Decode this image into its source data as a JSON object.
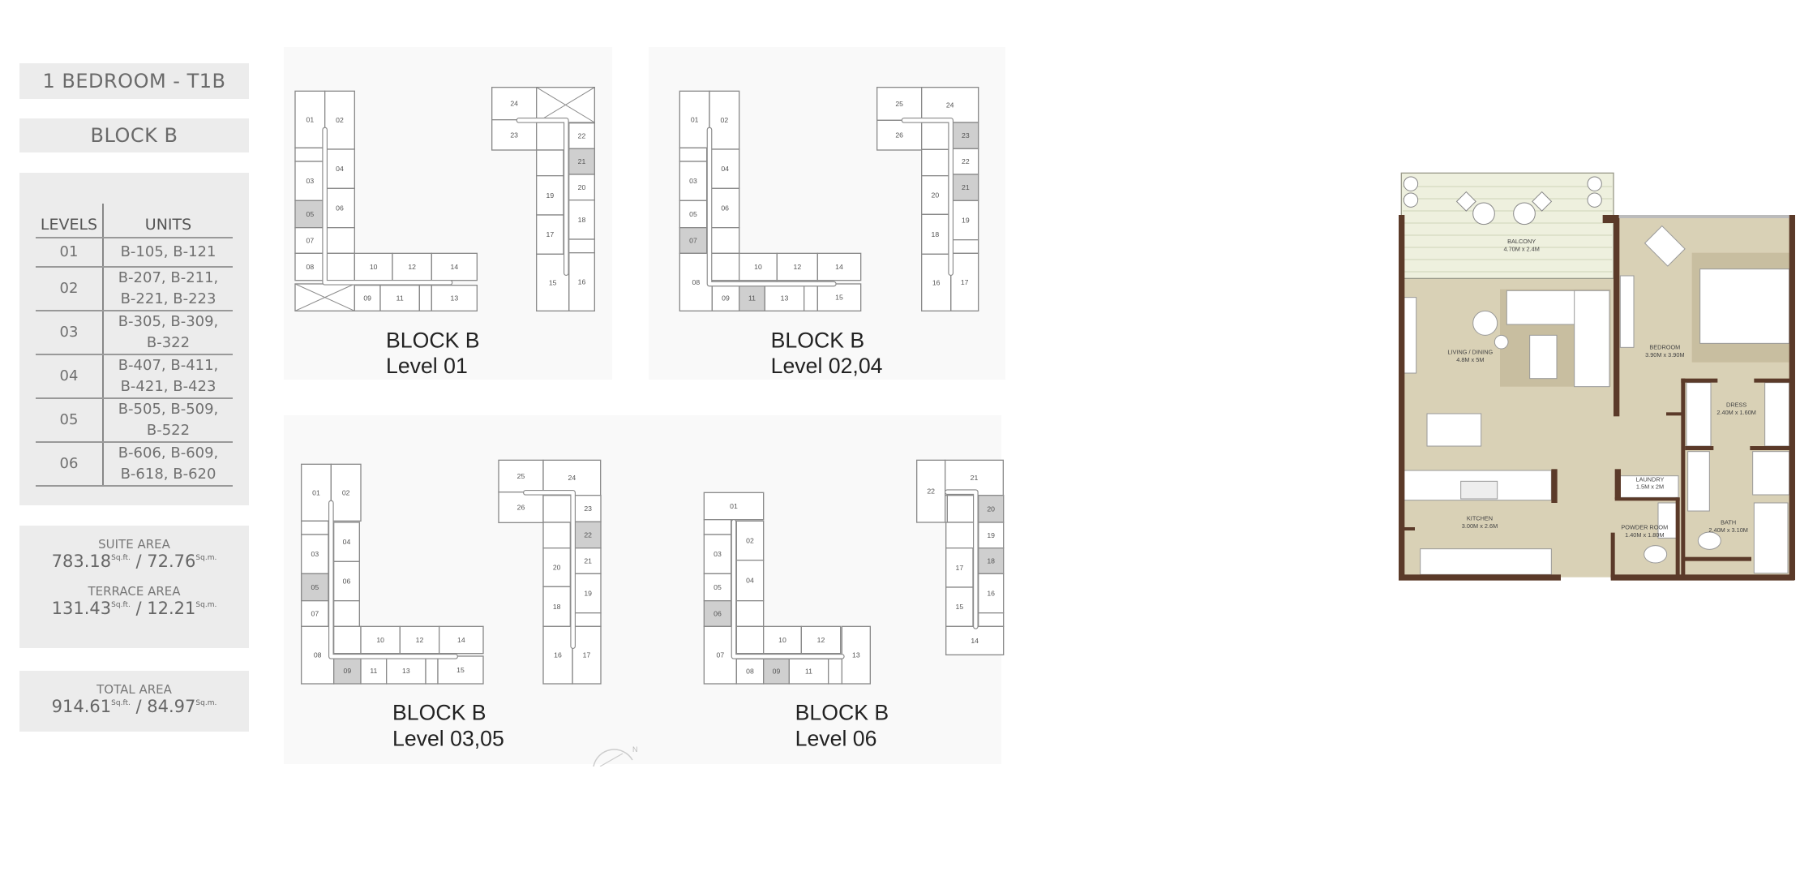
{
  "unit_type": "1 BEDROOM - T1B",
  "block": "BLOCK B",
  "table": {
    "headers": [
      "LEVELS",
      "UNITS"
    ],
    "rows": [
      {
        "level": "01",
        "units": [
          "B-105, B-121"
        ]
      },
      {
        "level": "02",
        "units": [
          "B-207, B-211,",
          "B-221, B-223"
        ]
      },
      {
        "level": "03",
        "units": [
          "B-305, B-309,",
          "B-322"
        ]
      },
      {
        "level": "04",
        "units": [
          "B-407, B-411,",
          "B-421, B-423"
        ]
      },
      {
        "level": "05",
        "units": [
          "B-505, B-509,",
          "B-522"
        ]
      },
      {
        "level": "06",
        "units": [
          "B-606, B-609,",
          "B-618, B-620"
        ]
      }
    ]
  },
  "areas": {
    "suite": {
      "label": "SUITE AREA",
      "sqft": "783.18",
      "sqm": "72.76"
    },
    "terrace": {
      "label": "TERRACE AREA",
      "sqft": "131.43",
      "sqm": "12.21"
    },
    "total": {
      "label": "TOTAL AREA",
      "sqft": "914.61",
      "sqm": "84.97"
    },
    "sqft_unit": "Sq.ft.",
    "sqm_unit": "Sq.m."
  },
  "plans": [
    {
      "title": "BLOCK B",
      "level": "Level 01",
      "units": [
        "01",
        "02",
        "03",
        "04",
        "05",
        "06",
        "07",
        "08",
        "10",
        "12",
        "14",
        "09",
        "11",
        "13",
        "24",
        "23",
        "22",
        "21",
        "20",
        "18",
        "16",
        "19",
        "17",
        "15"
      ],
      "highlighted": [
        "05",
        "21"
      ]
    },
    {
      "title": "BLOCK B",
      "level": "Level 02,04",
      "units": [
        "01",
        "02",
        "03",
        "04",
        "05",
        "06",
        "07",
        "08",
        "10",
        "12",
        "14",
        "09",
        "11",
        "13",
        "15",
        "25",
        "24",
        "26",
        "23",
        "22",
        "21",
        "19",
        "17",
        "20",
        "18",
        "16"
      ],
      "highlighted": [
        "07",
        "11",
        "23",
        "21"
      ]
    },
    {
      "title": "BLOCK B",
      "level": "Level 03,05",
      "units": [
        "01",
        "02",
        "03",
        "04",
        "05",
        "06",
        "07",
        "08",
        "10",
        "12",
        "14",
        "09",
        "11",
        "13",
        "15",
        "25",
        "24",
        "26",
        "23",
        "22",
        "21",
        "19",
        "17",
        "20",
        "18",
        "16"
      ],
      "highlighted": [
        "05",
        "09",
        "22"
      ]
    },
    {
      "title": "BLOCK B",
      "level": "Level 06",
      "units": [
        "01",
        "03",
        "02",
        "05",
        "04",
        "06",
        "07",
        "10",
        "12",
        "13",
        "08",
        "09",
        "11",
        "22",
        "21",
        "20",
        "19",
        "18",
        "16",
        "17",
        "15",
        "14"
      ],
      "highlighted": [
        "06",
        "09",
        "20",
        "18"
      ]
    }
  ],
  "floorplan": {
    "rooms": [
      {
        "name": "BALCONY",
        "size": "4.70M x 2.4M"
      },
      {
        "name": "LIVING / DINING",
        "size": "4.8M x 5M"
      },
      {
        "name": "BEDROOM",
        "size": "3.90M x 3.90M"
      },
      {
        "name": "DRESS",
        "size": "2.40M x 1.60M"
      },
      {
        "name": "LAUNDRY",
        "size": "1.5M x 2M"
      },
      {
        "name": "KITCHEN",
        "size": "3.00M x 2.6M"
      },
      {
        "name": "POWDER ROOM",
        "size": "1.40M x 1.80M"
      },
      {
        "name": "BATH",
        "size": "2.40M x 3.10M"
      }
    ],
    "colors": {
      "floor": "#d9d1b6",
      "wall": "#5b3a29",
      "balcony": "#eef0de",
      "rug": "#c8bea0"
    }
  }
}
